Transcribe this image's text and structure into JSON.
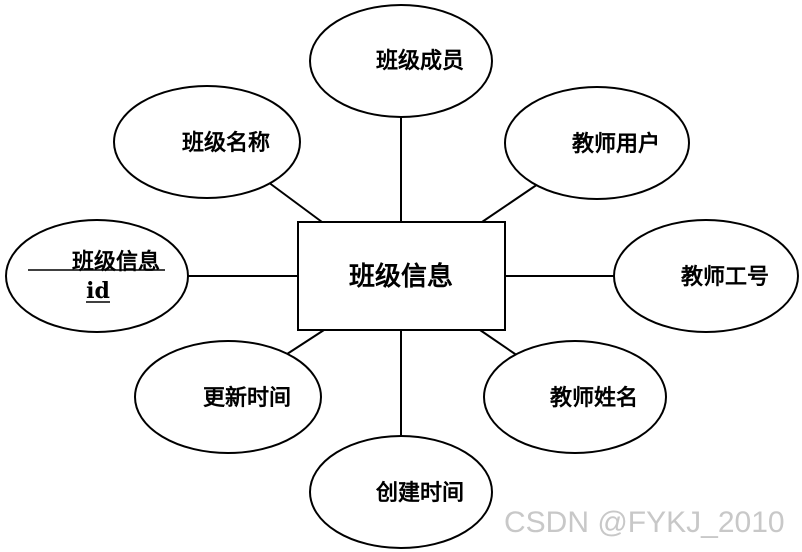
{
  "entity": {
    "label": "班级信息"
  },
  "attributes": {
    "class_members": "班级成员",
    "class_name": "班级名称",
    "teacher_user": "教师用户",
    "class_info_id_line1": "班级信息",
    "class_info_id_line2": "id",
    "teacher_number": "教师工号",
    "update_time": "更新时间",
    "teacher_name": "教师姓名",
    "create_time": "创建时间"
  },
  "watermark": {
    "text": "CSDN @FYKJ_2010"
  }
}
